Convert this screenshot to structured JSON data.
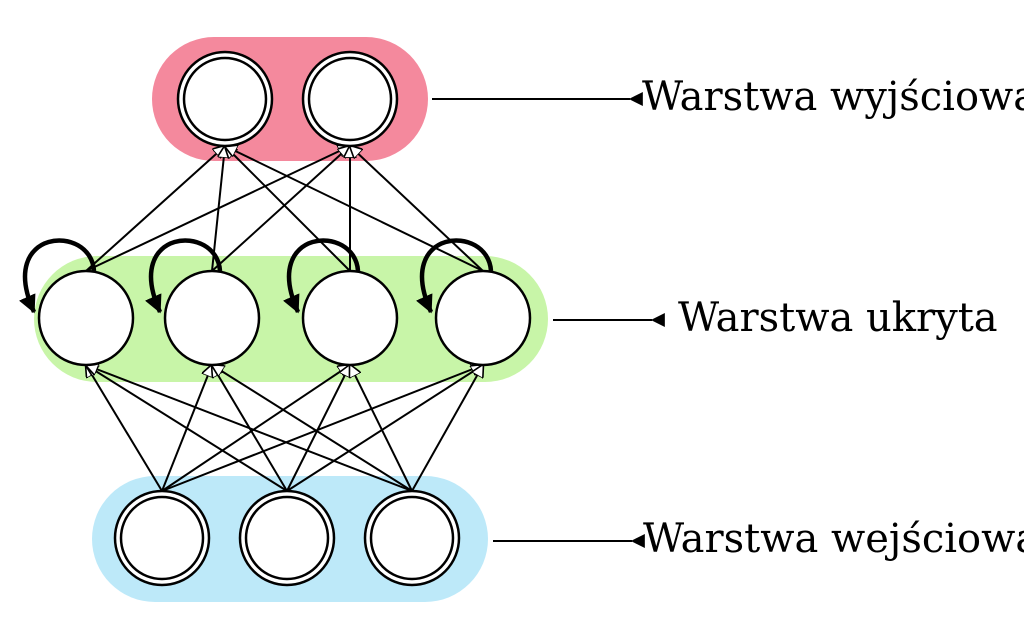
{
  "labels": {
    "output": "Warstwa wyjściowa",
    "hidden": "Warstwa ukryta",
    "input": "Warstwa wejściowa"
  },
  "colors": {
    "output_layer": "#f4899d",
    "hidden_layer": "#c8f5a8",
    "input_layer": "#bde9f9",
    "node_fill": "#ffffff",
    "stroke": "#000000"
  },
  "nodes": {
    "output_count": 2,
    "hidden_count": 4,
    "input_count": 3
  },
  "connections": {
    "input_to_hidden": "full",
    "hidden_to_output": "full",
    "hidden_self_loops": true
  }
}
